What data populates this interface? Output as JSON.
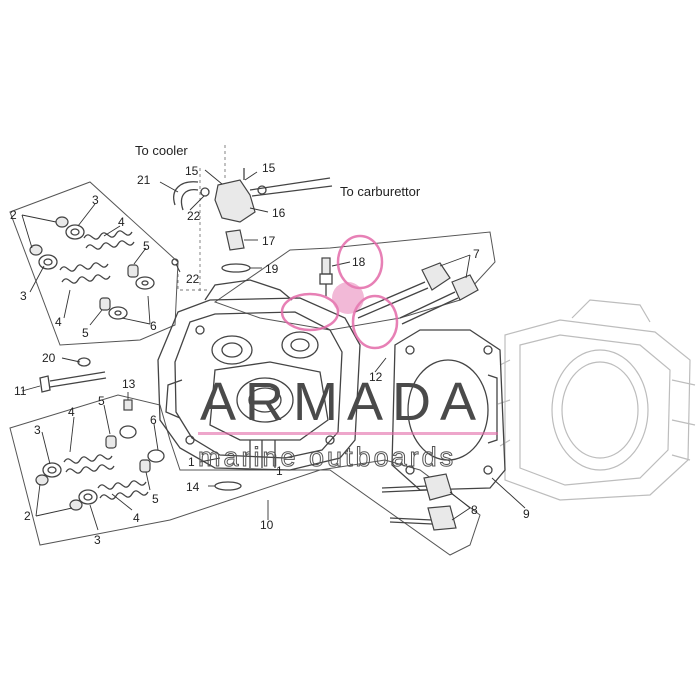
{
  "notes": {
    "to_cooler": "To cooler",
    "to_carburettor": "To carburettor"
  },
  "callouts": {
    "c1": "1",
    "c2": "2",
    "c3": "3",
    "c4": "4",
    "c5": "5",
    "c6": "6",
    "c7": "7",
    "c8": "8",
    "c9": "9",
    "c10": "10",
    "c11": "11",
    "c12": "12",
    "c13": "13",
    "c14": "14",
    "c15": "15",
    "c16": "16",
    "c17": "17",
    "c18": "18",
    "c19": "19",
    "c20": "20",
    "c21": "21",
    "c22": "22"
  },
  "watermark": {
    "word": "ARMADA",
    "tagline": "marine outboards",
    "accent_color": "#e36aa9"
  },
  "colors": {
    "line": "#444444",
    "ghost": "#bdbdbd"
  }
}
